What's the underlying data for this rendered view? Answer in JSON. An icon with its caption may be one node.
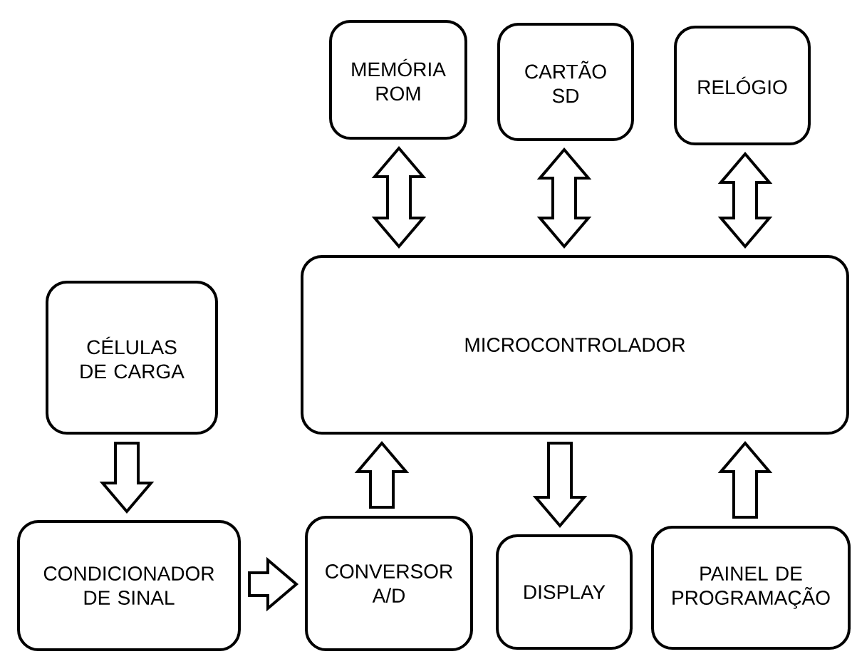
{
  "diagram": {
    "nodes": [
      {
        "text": [
          "MEMÓRIA ROM"
        ]
      },
      {
        "text": [
          "CARTÃO SD"
        ]
      },
      {
        "text": [
          "RELÓGIO"
        ]
      },
      {
        "text": [
          "MICROCONTROLADOR"
        ]
      },
      {
        "text": [
          "CÉLULAS DE CARGA"
        ]
      },
      {
        "text": [
          "CONDICIONADOR DE SINAL"
        ]
      },
      {
        "text": [
          "CONVERSOR A/D"
        ]
      },
      {
        "text": [
          "DISPLAY"
        ]
      },
      {
        "text": [
          "PAINEL DE PROGRAMAÇÃO"
        ]
      }
    ],
    "edges": [
      {
        "from": 0,
        "to": 3,
        "arrow": "both"
      },
      {
        "from": 1,
        "to": 3,
        "arrow": "both"
      },
      {
        "from": 2,
        "to": 3,
        "arrow": "both"
      },
      {
        "from": 4,
        "to": 5,
        "arrow": "to"
      },
      {
        "from": 5,
        "to": 6,
        "arrow": "to"
      },
      {
        "from": 6,
        "to": 3,
        "arrow": "to"
      },
      {
        "from": 3,
        "to": 7,
        "arrow": "to"
      },
      {
        "from": 8,
        "to": 3,
        "arrow": "to"
      }
    ]
  }
}
